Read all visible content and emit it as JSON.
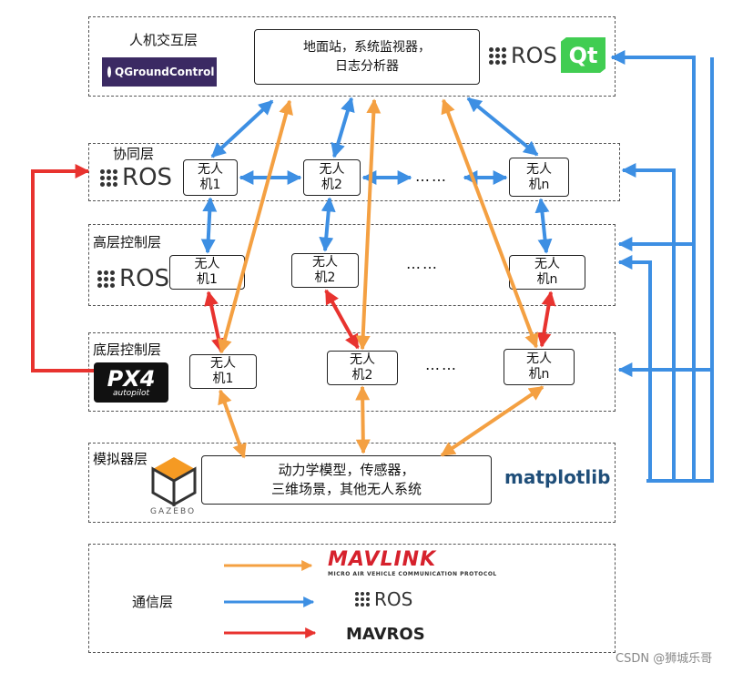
{
  "layers": {
    "hmi": {
      "label": "人机交互层",
      "logo_text": "QGroundControl",
      "center_line1": "地面站，系统监视器，",
      "center_line2": "日志分析器",
      "ros": "ROS",
      "qt": "Qt"
    },
    "coop": {
      "label": "协同层",
      "ros": "ROS",
      "uav1_line1": "无人",
      "uav1_line2": "机1",
      "uav2_line1": "无人",
      "uav2_line2": "机2",
      "uavn_line1": "无人",
      "uavn_line2": "机n",
      "dots": "……"
    },
    "high": {
      "label": "高层控制层",
      "ros": "ROS",
      "uav1_line1": "无人",
      "uav1_line2": "机1",
      "uav2_line1": "无人",
      "uav2_line2": "机2",
      "uavn_line1": "无人",
      "uavn_line2": "机n",
      "dots": "……"
    },
    "low": {
      "label": "底层控制层",
      "px4_big": "PX4",
      "px4_small": "autopilot",
      "uav1_line1": "无人",
      "uav1_line2": "机1",
      "uav2_line1": "无人",
      "uav2_line2": "机2",
      "uavn_line1": "无人",
      "uavn_line2": "机n",
      "dots": "……"
    },
    "sim": {
      "label": "模拟器层",
      "center_line1": "动力学模型，传感器，",
      "center_line2": "三维场景，其他无人系统",
      "gazebo": "GAZEBO",
      "matplotlib": "matplotlib"
    },
    "comm": {
      "label": "通信层",
      "mavlink": "MAVLINK",
      "mavlink_sub": "MICRO AIR VEHICLE COMMUNICATION PROTOCOL",
      "ros": "ROS",
      "mavros": "MAVROS"
    }
  },
  "colors": {
    "orange": "#f4a042",
    "blue": "#3d8fe3",
    "red": "#e8332f"
  },
  "credit": "CSDN @狮城乐哥"
}
